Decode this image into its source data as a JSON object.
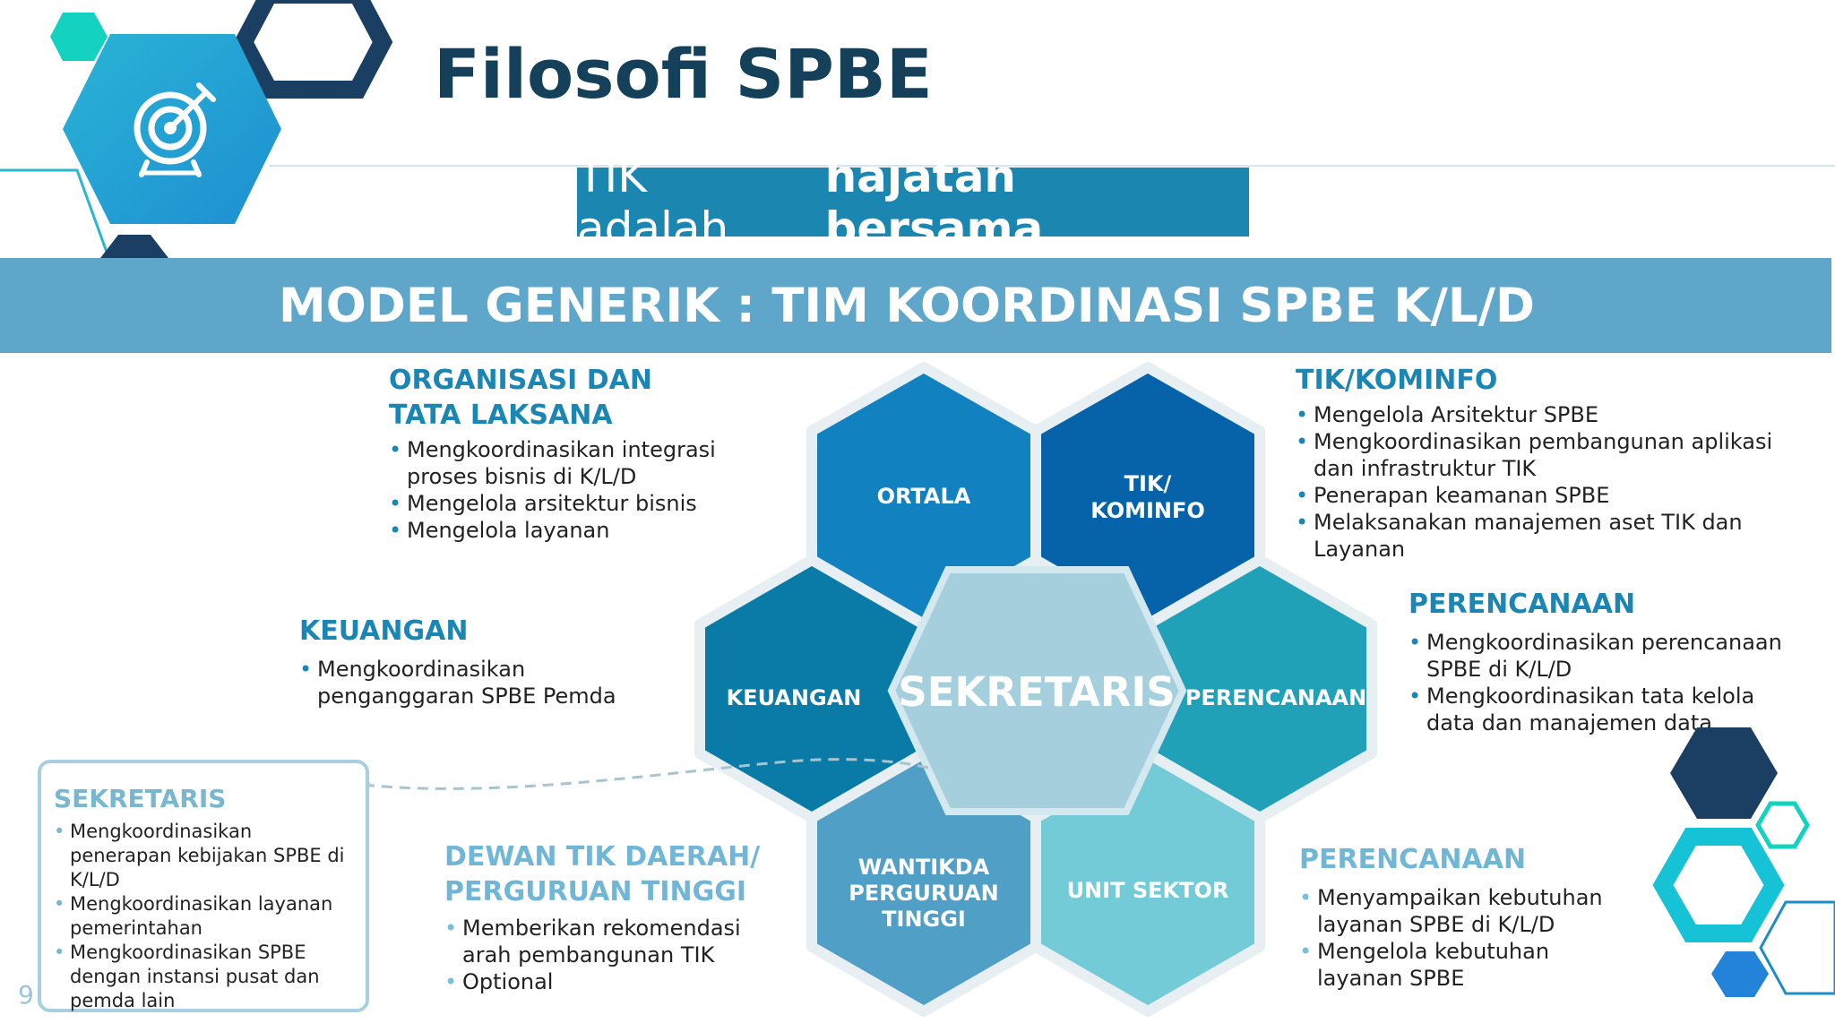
{
  "header": {
    "title": "Filosofi SPBE",
    "subtitle_prefix": "TIK adalah",
    "subtitle_bold": "hajatan bersama",
    "icon": "target-icon"
  },
  "banner": {
    "text": "MODEL GENERIK : TIM KOORDINASI SPBE K/L/D"
  },
  "hexes": {
    "ortala": "ORTALA",
    "tik_line1": "TIK/",
    "tik_line2": "KOMINFO",
    "keuangan": "KEUANGAN",
    "sekretaris": "SEKRETARIS",
    "perencanaan": "PERENCANAAN",
    "wantikda_line1": "WANTIKDA",
    "wantikda_line2": "PERGURUAN",
    "wantikda_line3": "TINGGI",
    "unit_sektor": "UNIT SEKTOR"
  },
  "sections": {
    "ortala": {
      "title_line1": "ORGANISASI DAN",
      "title_line2": "TATA LAKSANA",
      "items": [
        "Mengkoordinasikan integrasi proses bisnis di K/L/D",
        "Mengelola arsitektur bisnis",
        "Mengelola layanan"
      ]
    },
    "tik": {
      "title": "TIK/KOMINFO",
      "items": [
        "Mengelola Arsitektur SPBE",
        "Mengkoordinasikan pembangunan aplikasi dan infrastruktur TIK",
        "Penerapan keamanan SPBE",
        "Melaksanakan manajemen aset TIK dan Layanan"
      ]
    },
    "keuangan": {
      "title": "KEUANGAN",
      "items": [
        "Mengkoordinasikan penganggaran SPBE Pemda"
      ]
    },
    "perencanaan": {
      "title": "PERENCANAAN",
      "items": [
        "Mengkoordinasikan perencanaan SPBE di K/L/D",
        "Mengkoordinasikan tata kelola data dan manajemen data"
      ]
    },
    "dewan": {
      "title_line1": "DEWAN TIK DAERAH/",
      "title_line2": "PERGURUAN TINGGI",
      "items": [
        "Memberikan rekomendasi arah pembangunan TIK",
        "Optional"
      ]
    },
    "unit": {
      "title": "PERENCANAAN",
      "items": [
        "Menyampaikan kebutuhan layanan SPBE di K/L/D",
        "Mengelola kebutuhan layanan SPBE"
      ]
    },
    "sekretaris": {
      "title": "SEKRETARIS",
      "items": [
        "Mengkoordinasikan penerapan kebijakan SPBE di K/L/D",
        "Mengkoordinasikan layanan pemerintahan",
        "Mengkoordinasikan SPBE dengan instansi pusat dan pemda lain"
      ]
    }
  },
  "page_number": "9",
  "colors": {
    "title": "#14405a",
    "banner": "#5ea7cb",
    "subbanner": "#1b87b0",
    "ortala": "#1281bf",
    "tik": "#0763a9",
    "keuangan": "#0a7aa6",
    "perencanaan": "#21a1b8",
    "wantikda": "#4f9fc7",
    "unit_sektor": "#73cbd8",
    "sekretaris": "#a5cfdc"
  }
}
